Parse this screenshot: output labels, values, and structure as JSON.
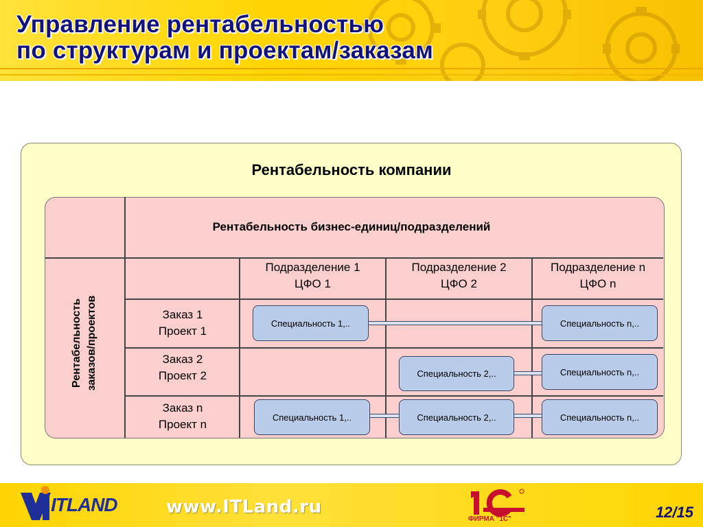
{
  "header": {
    "title_line1": "Управление рентабельностью",
    "title_line2": "по структурам и проектам/заказам"
  },
  "diagram": {
    "company_label": "Рентабельность компании",
    "business_units_label": "Рентабельность бизнес-единиц/подразделений",
    "orders_label_line1": "Рентабельность",
    "orders_label_line2": "заказов/проектов",
    "columns": [
      {
        "line1": "Подразделение 1",
        "line2": "ЦФО 1"
      },
      {
        "line1": "Подразделение 2",
        "line2": "ЦФО 2"
      },
      {
        "line1": "Подразделение n",
        "line2": "ЦФО n"
      }
    ],
    "rows": [
      {
        "line1": "Заказ 1",
        "line2": "Проект 1"
      },
      {
        "line1": "Заказ 2",
        "line2": "Проект 2"
      },
      {
        "line1": "Заказ n",
        "line2": "Проект n"
      }
    ],
    "cells": {
      "r1_c1": "Специальность 1,..",
      "r1_c3": "Специальность n,..",
      "r2_c2": "Специальность 2,..",
      "r2_c3": "Специальность n,..",
      "r3_c1": "Специальность 1,..",
      "r3_c2": "Специальность 2,..",
      "r3_c3": "Специальность n,.."
    }
  },
  "footer": {
    "logo_text": "ITLAND",
    "url": "www.ITLand.ru",
    "firm_logo_text": "ФИРМА \"1С\"",
    "page_number": "12/15"
  },
  "colors": {
    "title": "#12127a",
    "header_yellow": "#ffd400",
    "outer_panel": "#ffffc8",
    "matrix_fill": "#fccfcf",
    "cell_box": "#b8cbe8"
  }
}
